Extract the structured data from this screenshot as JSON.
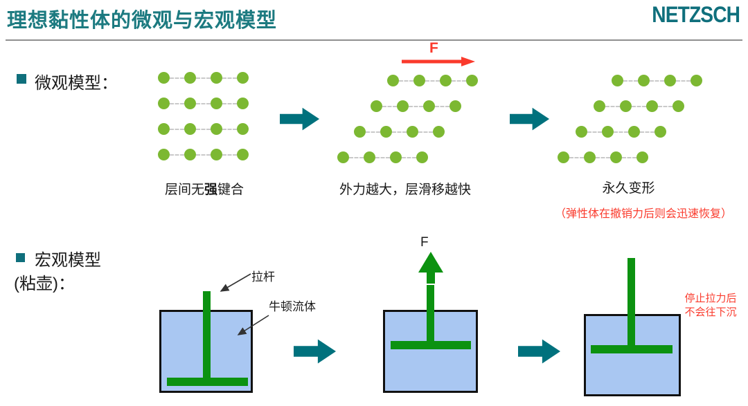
{
  "header": {
    "title": "理想黏性体的微观与宏观模型",
    "logo": "NETZSCH"
  },
  "colors": {
    "teal_title": "#1c7a80",
    "teal_logo": "#0f6f7c",
    "teal_arrow": "#00717d",
    "dot_green": "#7cb832",
    "rod_green": "#0c9210",
    "fluid_blue": "#a9c7f2",
    "red": "#fa3a2c"
  },
  "micro": {
    "section_label": "微观模型：",
    "force_label": "F",
    "lattices": [
      {
        "cols": 4,
        "row_offsets": [
          0,
          0,
          0,
          0
        ]
      },
      {
        "cols": 4,
        "row_offsets": [
          72,
          48,
          24,
          0
        ]
      },
      {
        "cols": 4,
        "row_offsets": [
          78,
          52,
          26,
          0
        ]
      }
    ],
    "caption1_pre": "层间无",
    "caption1_bold": "强",
    "caption1_post": "键合",
    "caption2": "外力越大，层滑移越快",
    "caption3": "永久变形",
    "note": "（弹性体在撤销力后则会迅速恢复）"
  },
  "macro": {
    "section_label_line1": "宏观模型",
    "section_label_line2": "(粘壶)：",
    "rod_label": "拉杆",
    "fluid_label": "牛顿流体",
    "force_label": "F",
    "note_line1": "停止拉力后",
    "note_line2": "不会往下沉"
  }
}
